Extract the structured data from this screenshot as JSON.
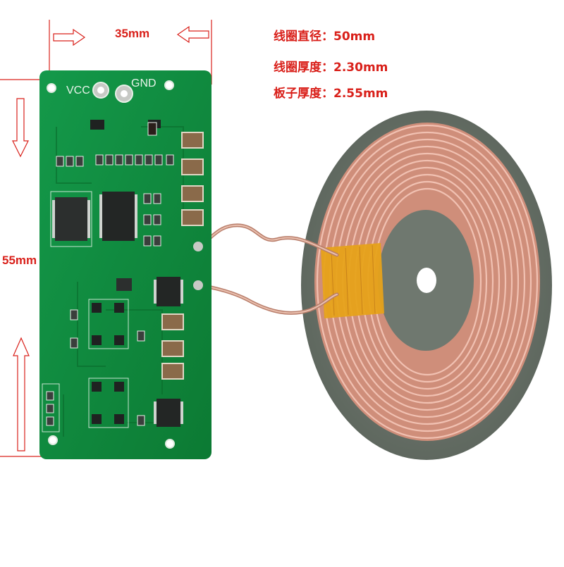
{
  "dimensions": {
    "width_label": "35mm",
    "height_label": "55mm"
  },
  "specs": [
    "线圈直径：50mm",
    "线圈厚度：2.30mm",
    "板子厚度：2.55mm"
  ],
  "board": {
    "vcc_label": "VCC",
    "gnd_label": "GND"
  },
  "colors": {
    "annotation": "#d9201a",
    "pcb_green": "#0f8a3c",
    "coil_shield": "#6b746b",
    "coil_copper": "#d89a86",
    "kapton_tape": "#e6a21a"
  }
}
